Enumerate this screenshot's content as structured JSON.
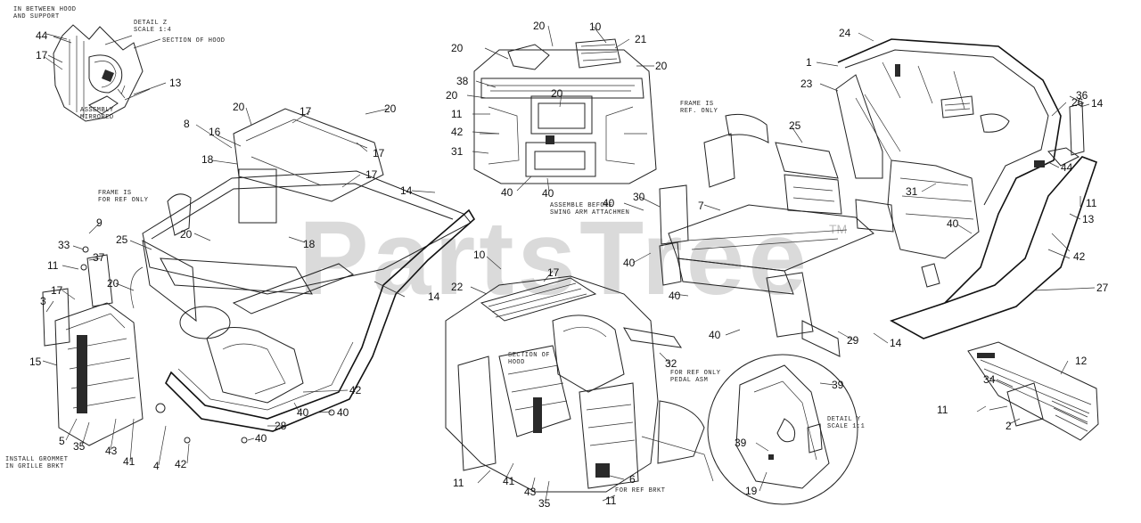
{
  "watermark": {
    "text": "PartsTree",
    "trademark": "TM"
  },
  "notes": {
    "between_hood": [
      "IN BETWEEN HOOD",
      "AND SUPPORT"
    ],
    "detail_z": [
      "DETAIL Z",
      "SCALE 1:4"
    ],
    "section_hood": "SECTION OF HOOD",
    "assembly_mirrored": [
      "ASSEMBLY",
      "MIRRORED"
    ],
    "frame_ref_left": [
      "FRAME IS",
      "FOR REF ONLY"
    ],
    "install_grommet": [
      "INSTALL GROMMET",
      "IN GRILLE BRKT"
    ],
    "assemble_before": [
      "ASSEMBLE BEFORE",
      "SWING ARM ATTACHMEN"
    ],
    "frame_ref_right": [
      "FRAME IS",
      "REF. ONLY"
    ],
    "section_hood_center": [
      "SECTION OF",
      "HOOD"
    ],
    "pedal_asm": [
      "FOR REF ONLY",
      "PEDAL ASM"
    ],
    "detail_y": [
      "DETAIL Y",
      "SCALE 1:1"
    ],
    "ref_brkt": "FOR REF BRKT"
  },
  "callouts": [
    "44",
    "17",
    "13",
    "20",
    "17",
    "20",
    "8",
    "16",
    "18",
    "17",
    "17",
    "14",
    "20",
    "18",
    "9",
    "33",
    "37",
    "11",
    "25",
    "20",
    "3",
    "17",
    "15",
    "5",
    "35",
    "43",
    "41",
    "4",
    "42",
    "28",
    "40",
    "40",
    "40",
    "42",
    "14",
    "20",
    "10",
    "21",
    "20",
    "20",
    "38",
    "20",
    "11",
    "42",
    "31",
    "40",
    "40",
    "30",
    "40",
    "40",
    "7",
    "40",
    "40",
    "10",
    "17",
    "22",
    "32",
    "11",
    "41",
    "43",
    "35",
    "6",
    "11",
    "24",
    "1",
    "23",
    "26",
    "36",
    "14",
    "25",
    "44",
    "31",
    "11",
    "13",
    "40",
    "42",
    "27",
    "29",
    "14",
    "39",
    "39",
    "19",
    "12",
    "34",
    "11",
    "2"
  ]
}
